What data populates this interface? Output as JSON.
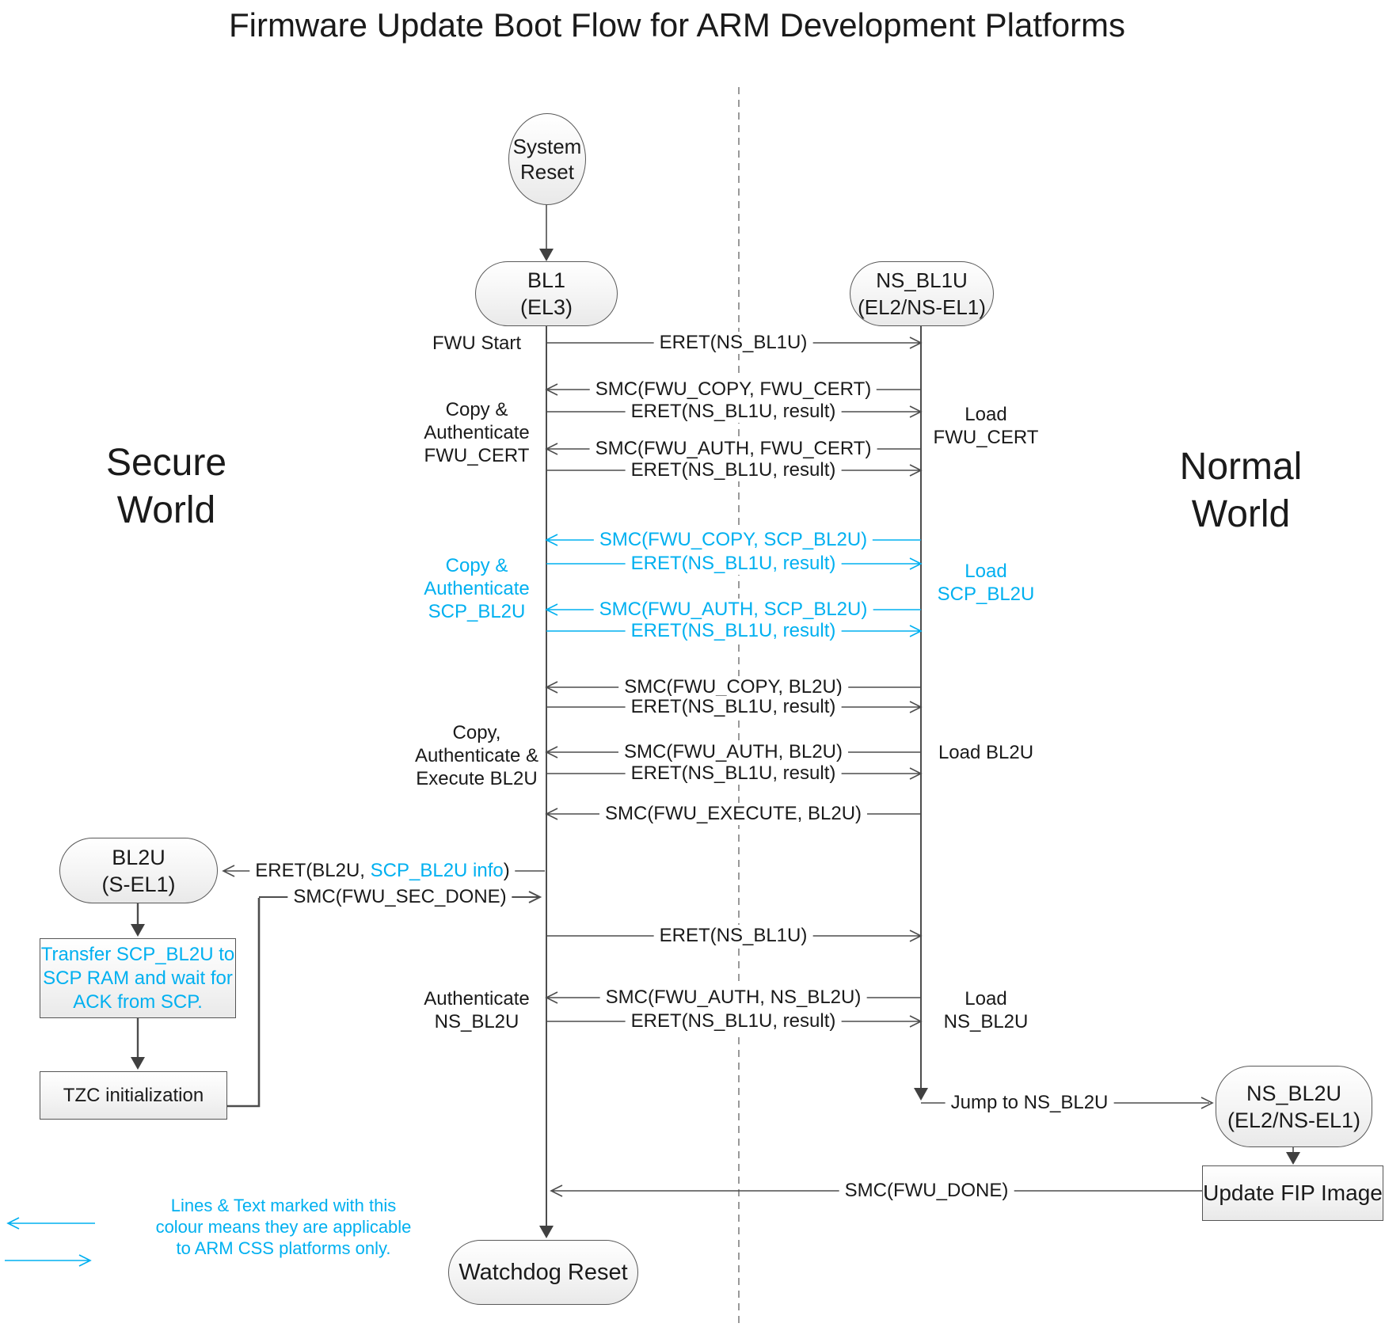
{
  "title": "Firmware Update Boot Flow for ARM Development Platforms",
  "colors": {
    "accent_blue": "#00B0F0",
    "line_gray": "#4d4d4d"
  },
  "worlds": {
    "secure": [
      "Secure",
      "World"
    ],
    "normal": [
      "Normal",
      "World"
    ]
  },
  "nodes": {
    "system_reset": [
      "System",
      "Reset"
    ],
    "bl1": [
      "BL1",
      "(EL3)"
    ],
    "ns_bl1u": [
      "NS_BL1U",
      "(EL2/NS-EL1)"
    ],
    "bl2u": [
      "BL2U",
      "(S-EL1)"
    ],
    "ns_bl2u": [
      "NS_BL2U",
      "(EL2/NS-EL1)"
    ],
    "transfer_scp": [
      "Transfer SCP_BL2U to",
      "SCP RAM and wait for",
      "ACK from SCP."
    ],
    "tzc": "TZC initialization",
    "update_fip": "Update FIP Image",
    "watchdog": "Watchdog Reset"
  },
  "stage_labels": {
    "fwu_start": "FWU Start",
    "copy_auth_fwu_cert": [
      "Copy &",
      "Authenticate",
      "FWU_CERT"
    ],
    "copy_auth_scp_bl2u": [
      "Copy &",
      "Authenticate",
      "SCP_BL2U"
    ],
    "copy_auth_exec_bl2u": [
      "Copy,",
      "Authenticate &",
      "Execute BL2U"
    ],
    "auth_ns_bl2u": [
      "Authenticate",
      "NS_BL2U"
    ],
    "load_fwu_cert": [
      "Load",
      "FWU_CERT"
    ],
    "load_scp_bl2u": [
      "Load",
      "SCP_BL2U"
    ],
    "load_bl2u": "Load BL2U",
    "load_ns_bl2u": [
      "Load",
      "NS_BL2U"
    ]
  },
  "messages": [
    {
      "label": "ERET(NS_BL1U)"
    },
    {
      "label": "SMC(FWU_COPY, FWU_CERT)"
    },
    {
      "label": "ERET(NS_BL1U, result)"
    },
    {
      "label": "SMC(FWU_AUTH, FWU_CERT)"
    },
    {
      "label": "ERET(NS_BL1U, result)"
    },
    {
      "label": "SMC(FWU_COPY, SCP_BL2U)"
    },
    {
      "label": "ERET(NS_BL1U, result)"
    },
    {
      "label": "SMC(FWU_AUTH, SCP_BL2U)"
    },
    {
      "label": "ERET(NS_BL1U, result)"
    },
    {
      "label": "SMC(FWU_COPY, BL2U)"
    },
    {
      "label": "ERET(NS_BL1U, result)"
    },
    {
      "label": "SMC(FWU_AUTH, BL2U)"
    },
    {
      "label": "ERET(NS_BL1U, result)"
    },
    {
      "label": "SMC(FWU_EXECUTE, BL2U)"
    },
    {
      "label": "ERET(NS_BL1U)"
    },
    {
      "label": "SMC(FWU_AUTH, NS_BL2U)"
    },
    {
      "label": "ERET(NS_BL1U, result)"
    }
  ],
  "flow_labels": {
    "eret_bl2u_prefix": "ERET(BL2U, ",
    "eret_bl2u_highlight": "SCP_BL2U info",
    "eret_bl2u_suffix": ")",
    "smc_sec_done": "SMC(FWU_SEC_DONE)",
    "jump_ns_bl2u": "Jump to NS_BL2U",
    "smc_done": "SMC(FWU_DONE)"
  },
  "legend": {
    "lines": [
      "Lines & Text marked with this",
      "colour means they are applicable",
      "to ARM CSS platforms only."
    ]
  }
}
